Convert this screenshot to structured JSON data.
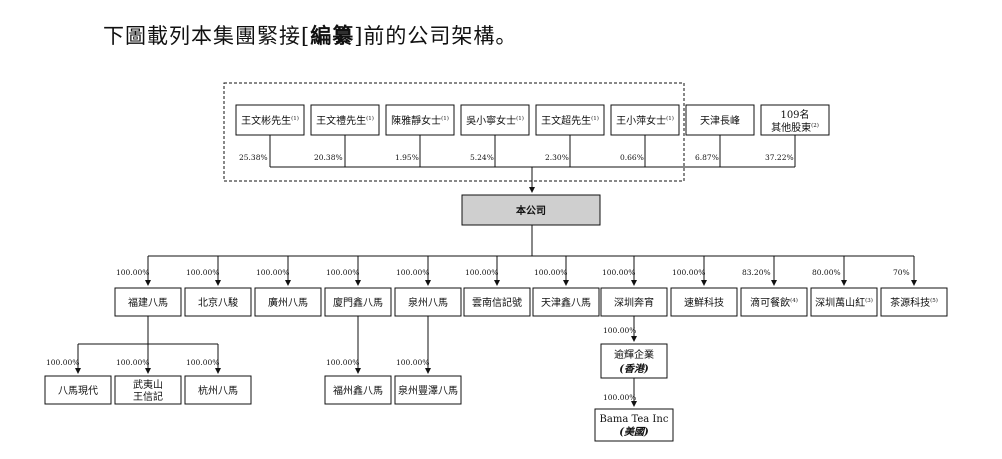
{
  "heading": {
    "prefix": "下圖載列本集團緊接[",
    "bold": "編纂",
    "suffix": "]前的公司架構。"
  },
  "shareholders": [
    {
      "name": "王文彬先生",
      "note": "(1)",
      "pct": "25.38%"
    },
    {
      "name": "王文禮先生",
      "note": "(1)",
      "pct": "20.38%"
    },
    {
      "name": "陳雅靜女士",
      "note": "(1)",
      "pct": "1.95%"
    },
    {
      "name": "吳小寧女士",
      "note": "(1)",
      "pct": "5.24%"
    },
    {
      "name": "王文超先生",
      "note": "(1)",
      "pct": "2.30%"
    },
    {
      "name": "王小萍女士",
      "note": "(1)",
      "pct": "0.66%"
    },
    {
      "name": "天津長峰",
      "note": "",
      "pct": "6.87%"
    },
    {
      "name": "109名",
      "name2": "其他股東",
      "note": "(2)",
      "pct": "37.22%"
    }
  ],
  "company": "本公司",
  "subsidiaries": [
    {
      "name": "福建八馬",
      "note": "",
      "pct": "100.00%"
    },
    {
      "name": "北京八駿",
      "note": "",
      "pct": "100.00%"
    },
    {
      "name": "廣州八馬",
      "note": "",
      "pct": "100.00%"
    },
    {
      "name": "廈門鑫八馬",
      "note": "",
      "pct": "100.00%"
    },
    {
      "name": "泉州八馬",
      "note": "",
      "pct": "100.00%"
    },
    {
      "name": "雲南信記號",
      "note": "",
      "pct": "100.00%"
    },
    {
      "name": "天津鑫八馬",
      "note": "",
      "pct": "100.00%"
    },
    {
      "name": "深圳奔宵",
      "note": "",
      "pct": "100.00%"
    },
    {
      "name": "速鮮科技",
      "note": "",
      "pct": "100.00%"
    },
    {
      "name": "滴可餐飲",
      "note": "(4)",
      "pct": "83.20%"
    },
    {
      "name": "深圳萬山紅",
      "note": "(3)",
      "pct": "80.00%"
    },
    {
      "name": "茶源科技",
      "note": "(5)",
      "pct": "70%"
    }
  ],
  "fujian_children": [
    {
      "name": "八馬現代",
      "name2": "",
      "pct": "100.00%"
    },
    {
      "name": "武夷山",
      "name2": "王信記",
      "pct": "100.00%"
    },
    {
      "name": "杭州八馬",
      "name2": "",
      "pct": "100.00%"
    }
  ],
  "xiamen_child": {
    "name": "福州鑫八馬",
    "pct": "100.00%"
  },
  "quanzhou_child": {
    "name": "泉州豐澤八馬",
    "pct": "100.00%"
  },
  "shenzhen_chain": [
    {
      "name": "逾輝企業",
      "name2": "(香港)",
      "pct": "100.00%"
    },
    {
      "name": "Bama Tea Inc",
      "name2": "(美國)",
      "pct": "100.00%"
    }
  ],
  "colors": {
    "company_fill": "#cfcfcf",
    "line": "#111111"
  }
}
